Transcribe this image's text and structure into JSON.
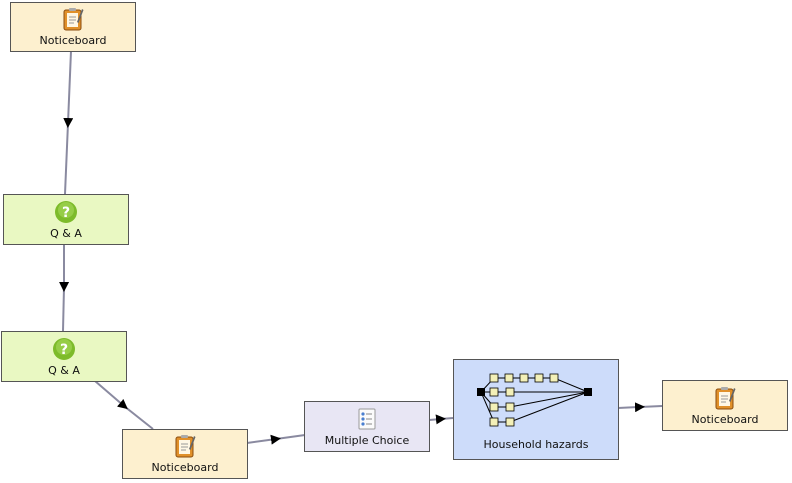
{
  "nodes": {
    "noticeboard_1": {
      "label": "Noticeboard",
      "icon": "noticeboard-icon"
    },
    "qa_1": {
      "label": "Q & A",
      "icon": "question-icon"
    },
    "qa_2": {
      "label": "Q & A",
      "icon": "question-icon"
    },
    "noticeboard_2": {
      "label": "Noticeboard",
      "icon": "noticeboard-icon"
    },
    "multiple_choice": {
      "label": "Multiple Choice",
      "icon": "checklist-icon"
    },
    "household_hazards": {
      "label": "Household hazards",
      "icon": "branching-icon"
    },
    "noticeboard_3": {
      "label": "Noticeboard",
      "icon": "noticeboard-icon"
    }
  },
  "colors": {
    "noticeboard_fill": "#fdf0cf",
    "qa_fill": "#e9f8c2",
    "multiple_choice_fill": "#e8e6f4",
    "branching_fill": "#cddcfa",
    "edge": "#8a8aa0",
    "arrow": "#000000"
  }
}
